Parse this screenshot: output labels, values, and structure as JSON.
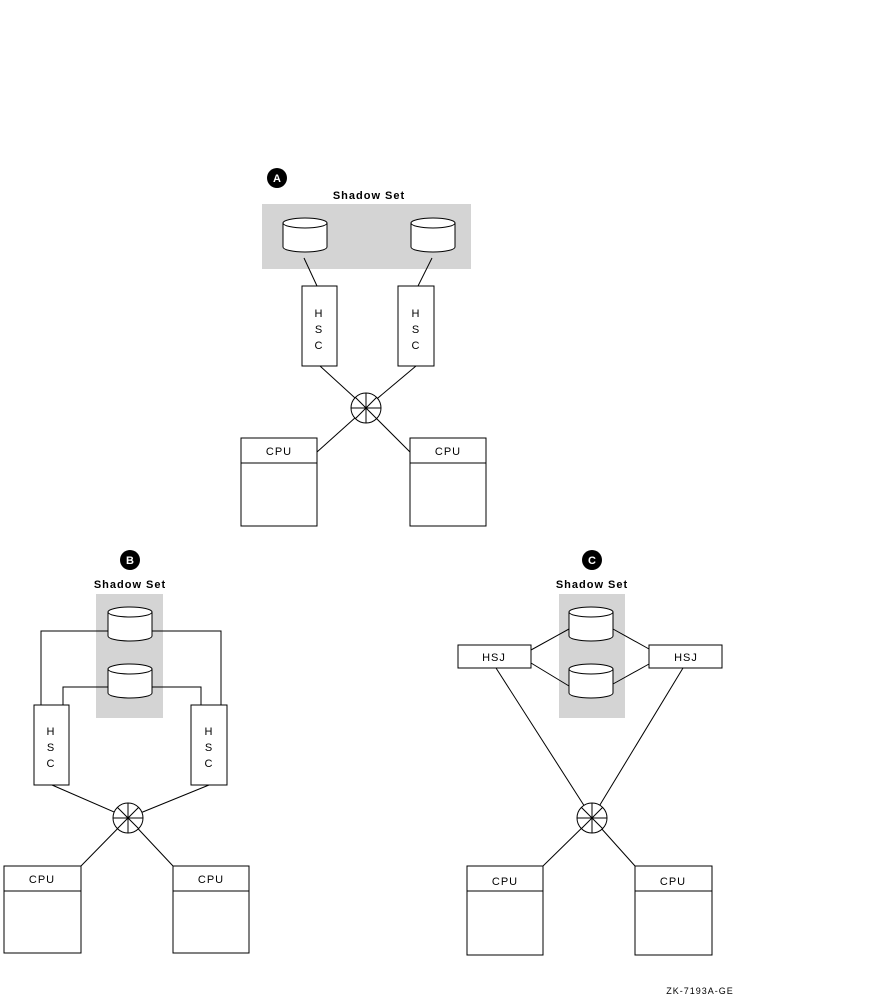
{
  "panels": {
    "a": {
      "badge": "A",
      "shadow_set_label": "Shadow Set",
      "controller_letters": [
        "H",
        "S",
        "C"
      ],
      "cpu_label": "CPU"
    },
    "b": {
      "badge": "B",
      "shadow_set_label": "Shadow Set",
      "controller_letters": [
        "H",
        "S",
        "C"
      ],
      "cpu_label": "CPU"
    },
    "c": {
      "badge": "C",
      "shadow_set_label": "Shadow Set",
      "controller_label": "HSJ",
      "cpu_label": "CPU"
    }
  },
  "figure_id": "ZK-7193A-GE",
  "colors": {
    "shadow_set_fill": "#d4d4d4",
    "line": "#000000"
  }
}
